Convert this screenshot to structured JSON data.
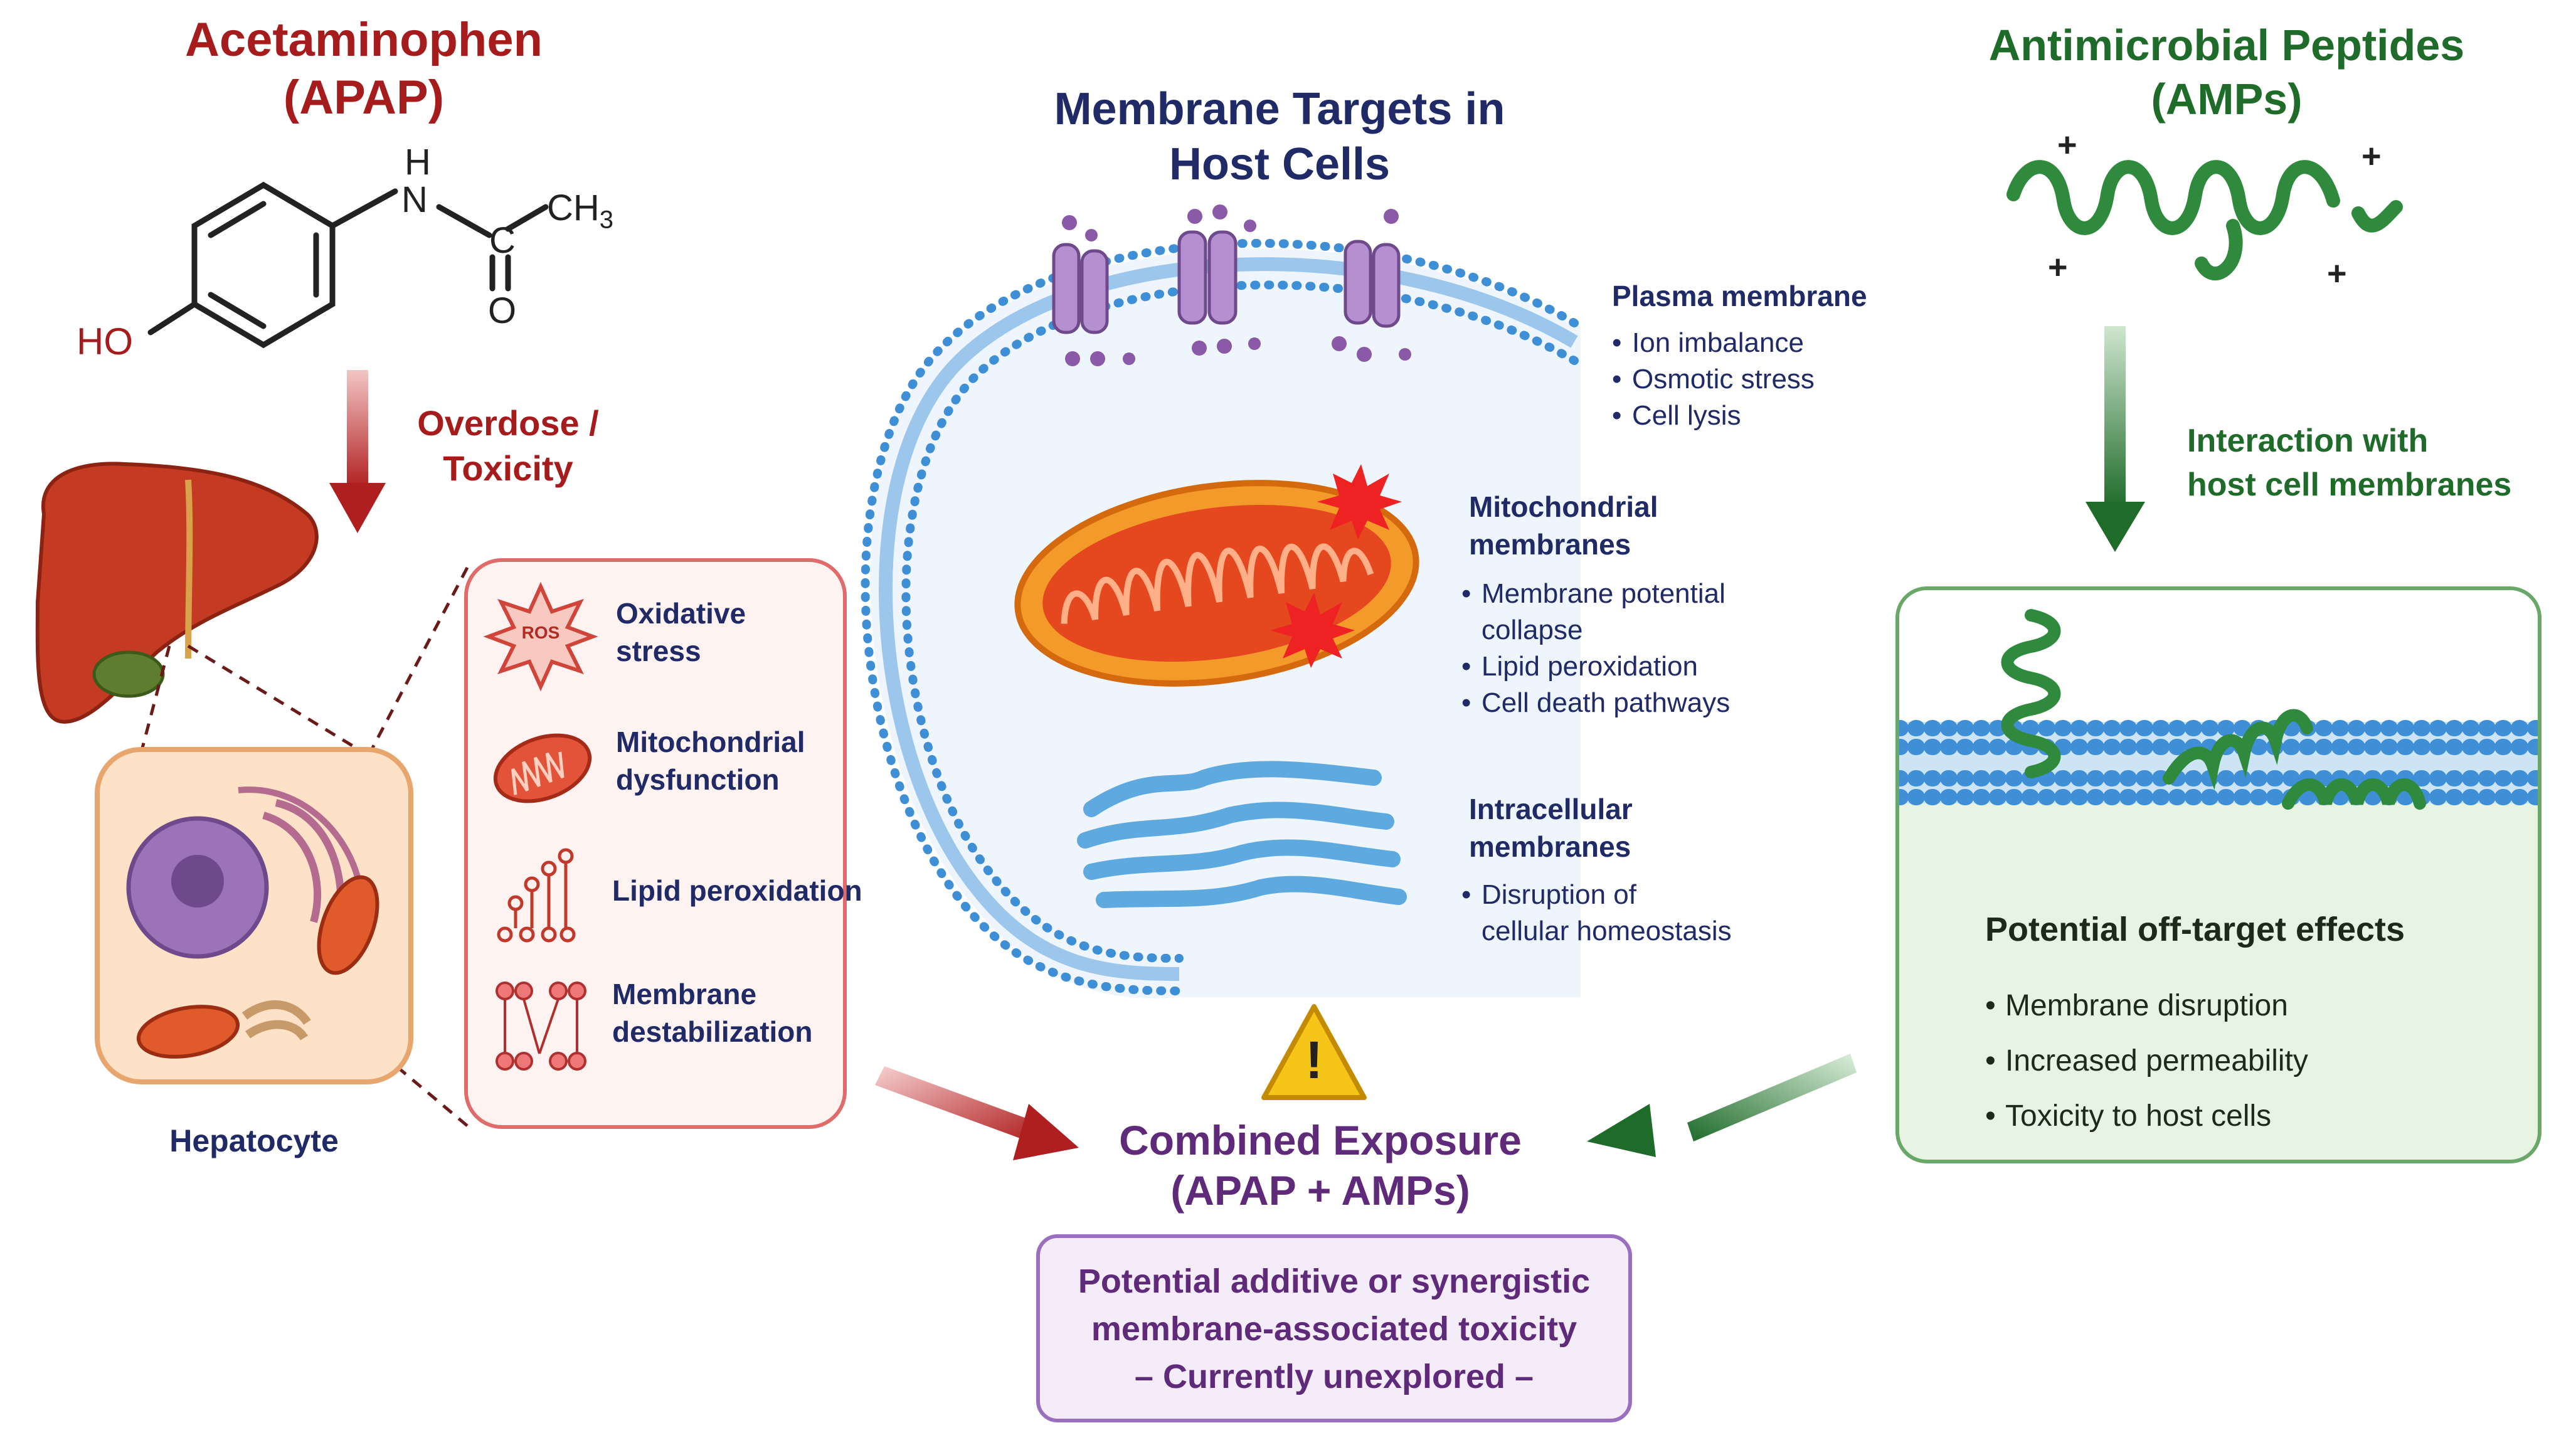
{
  "apap": {
    "title_line1": "Acetaminophen",
    "title_line2": "(APAP)",
    "chem_h": "H",
    "chem_n": "N",
    "chem_ch3": "CH",
    "chem_ch3_sub": "3",
    "chem_c": "C",
    "chem_o": "O",
    "chem_ho": "HO",
    "arrow_line1": "Overdose /",
    "arrow_line2": "Toxicity",
    "hepatocyte_label": "Hepatocyte",
    "effects": [
      {
        "icon": "ros-icon",
        "icon_text": "ROS",
        "line1": "Oxidative",
        "line2": "stress"
      },
      {
        "icon": "mitochondrion-icon",
        "line1": "Mitochondrial",
        "line2": "dysfunction"
      },
      {
        "icon": "lipid-peroxidation-icon",
        "line1": "Lipid peroxidation",
        "line2": ""
      },
      {
        "icon": "membrane-icon",
        "line1": "Membrane",
        "line2": "destabilization"
      }
    ]
  },
  "center": {
    "title_line1": "Membrane Targets in",
    "title_line2": "Host Cells",
    "plasma": {
      "title": "Plasma membrane",
      "items": [
        "Ion imbalance",
        "Osmotic stress",
        "Cell lysis"
      ]
    },
    "mito": {
      "title_line1": "Mitochondrial",
      "title_line2": "membranes",
      "items": [
        {
          "line1": "Membrane potential",
          "line2": "collapse"
        },
        {
          "line1": "Lipid peroxidation",
          "line2": ""
        },
        {
          "line1": "Cell death pathways",
          "line2": ""
        }
      ]
    },
    "intra": {
      "title_line1": "Intracellular",
      "title_line2": "membranes",
      "items": [
        {
          "line1": "Disruption of",
          "line2": "cellular homeostasis"
        }
      ]
    }
  },
  "amp": {
    "title_line1": "Antimicrobial Peptides",
    "title_line2": "(AMPs)",
    "plus_sign": "+",
    "arrow_line1": "Interaction with",
    "arrow_line2": "host cell membranes",
    "effects_title": "Potential off-target effects",
    "effects": [
      "Membrane disruption",
      "Increased permeability",
      "Toxicity to host cells"
    ]
  },
  "combined": {
    "warning_symbol": "!",
    "title_line1": "Combined Exposure",
    "title_line2": "(APAP + AMPs)",
    "box_line1": "Potential additive or synergistic",
    "box_line2": "membrane-associated toxicity",
    "box_line3": "– Currently unexplored –"
  },
  "colors": {
    "apap_red": "#a61c1c",
    "center_navy": "#1f2a66",
    "amp_green": "#1f6b2a",
    "combined_purple": "#5e2a79",
    "effects_box_border": "#e06b6b",
    "effects_box_fill": "#fff3f1",
    "amp_box_fill": "#e7f3e3",
    "combined_box_fill": "#f4ecf8",
    "membrane_blue": "#3f8fd6"
  }
}
